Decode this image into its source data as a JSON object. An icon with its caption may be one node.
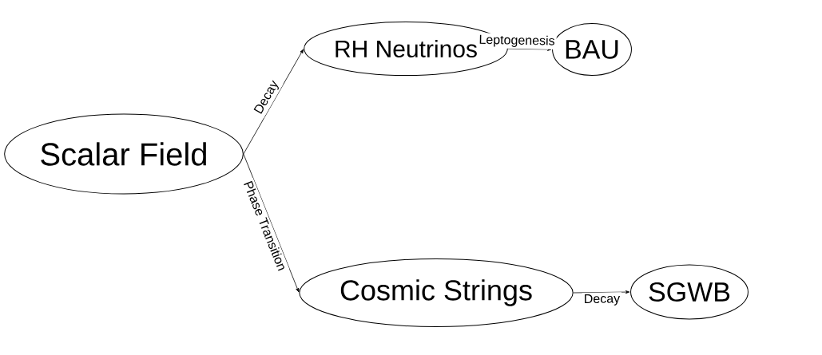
{
  "diagram": {
    "nodes": [
      {
        "text": [
          "Scalar Field"
        ]
      },
      {
        "text": [
          "RH Neutrinos"
        ]
      },
      {
        "text": [
          "BAU"
        ]
      },
      {
        "text": [
          "Cosmic Strings"
        ]
      },
      {
        "text": [
          "SGWB"
        ]
      }
    ],
    "edges": [
      {
        "from": 0,
        "to": 1,
        "arrow": "to",
        "label": "Decay"
      },
      {
        "from": 1,
        "to": 2,
        "arrow": "to",
        "label": "Leptogenesis"
      },
      {
        "from": 0,
        "to": 3,
        "arrow": "to",
        "label": "Phase Transition"
      },
      {
        "from": 3,
        "to": 4,
        "arrow": "to",
        "label": "Decay"
      }
    ]
  }
}
